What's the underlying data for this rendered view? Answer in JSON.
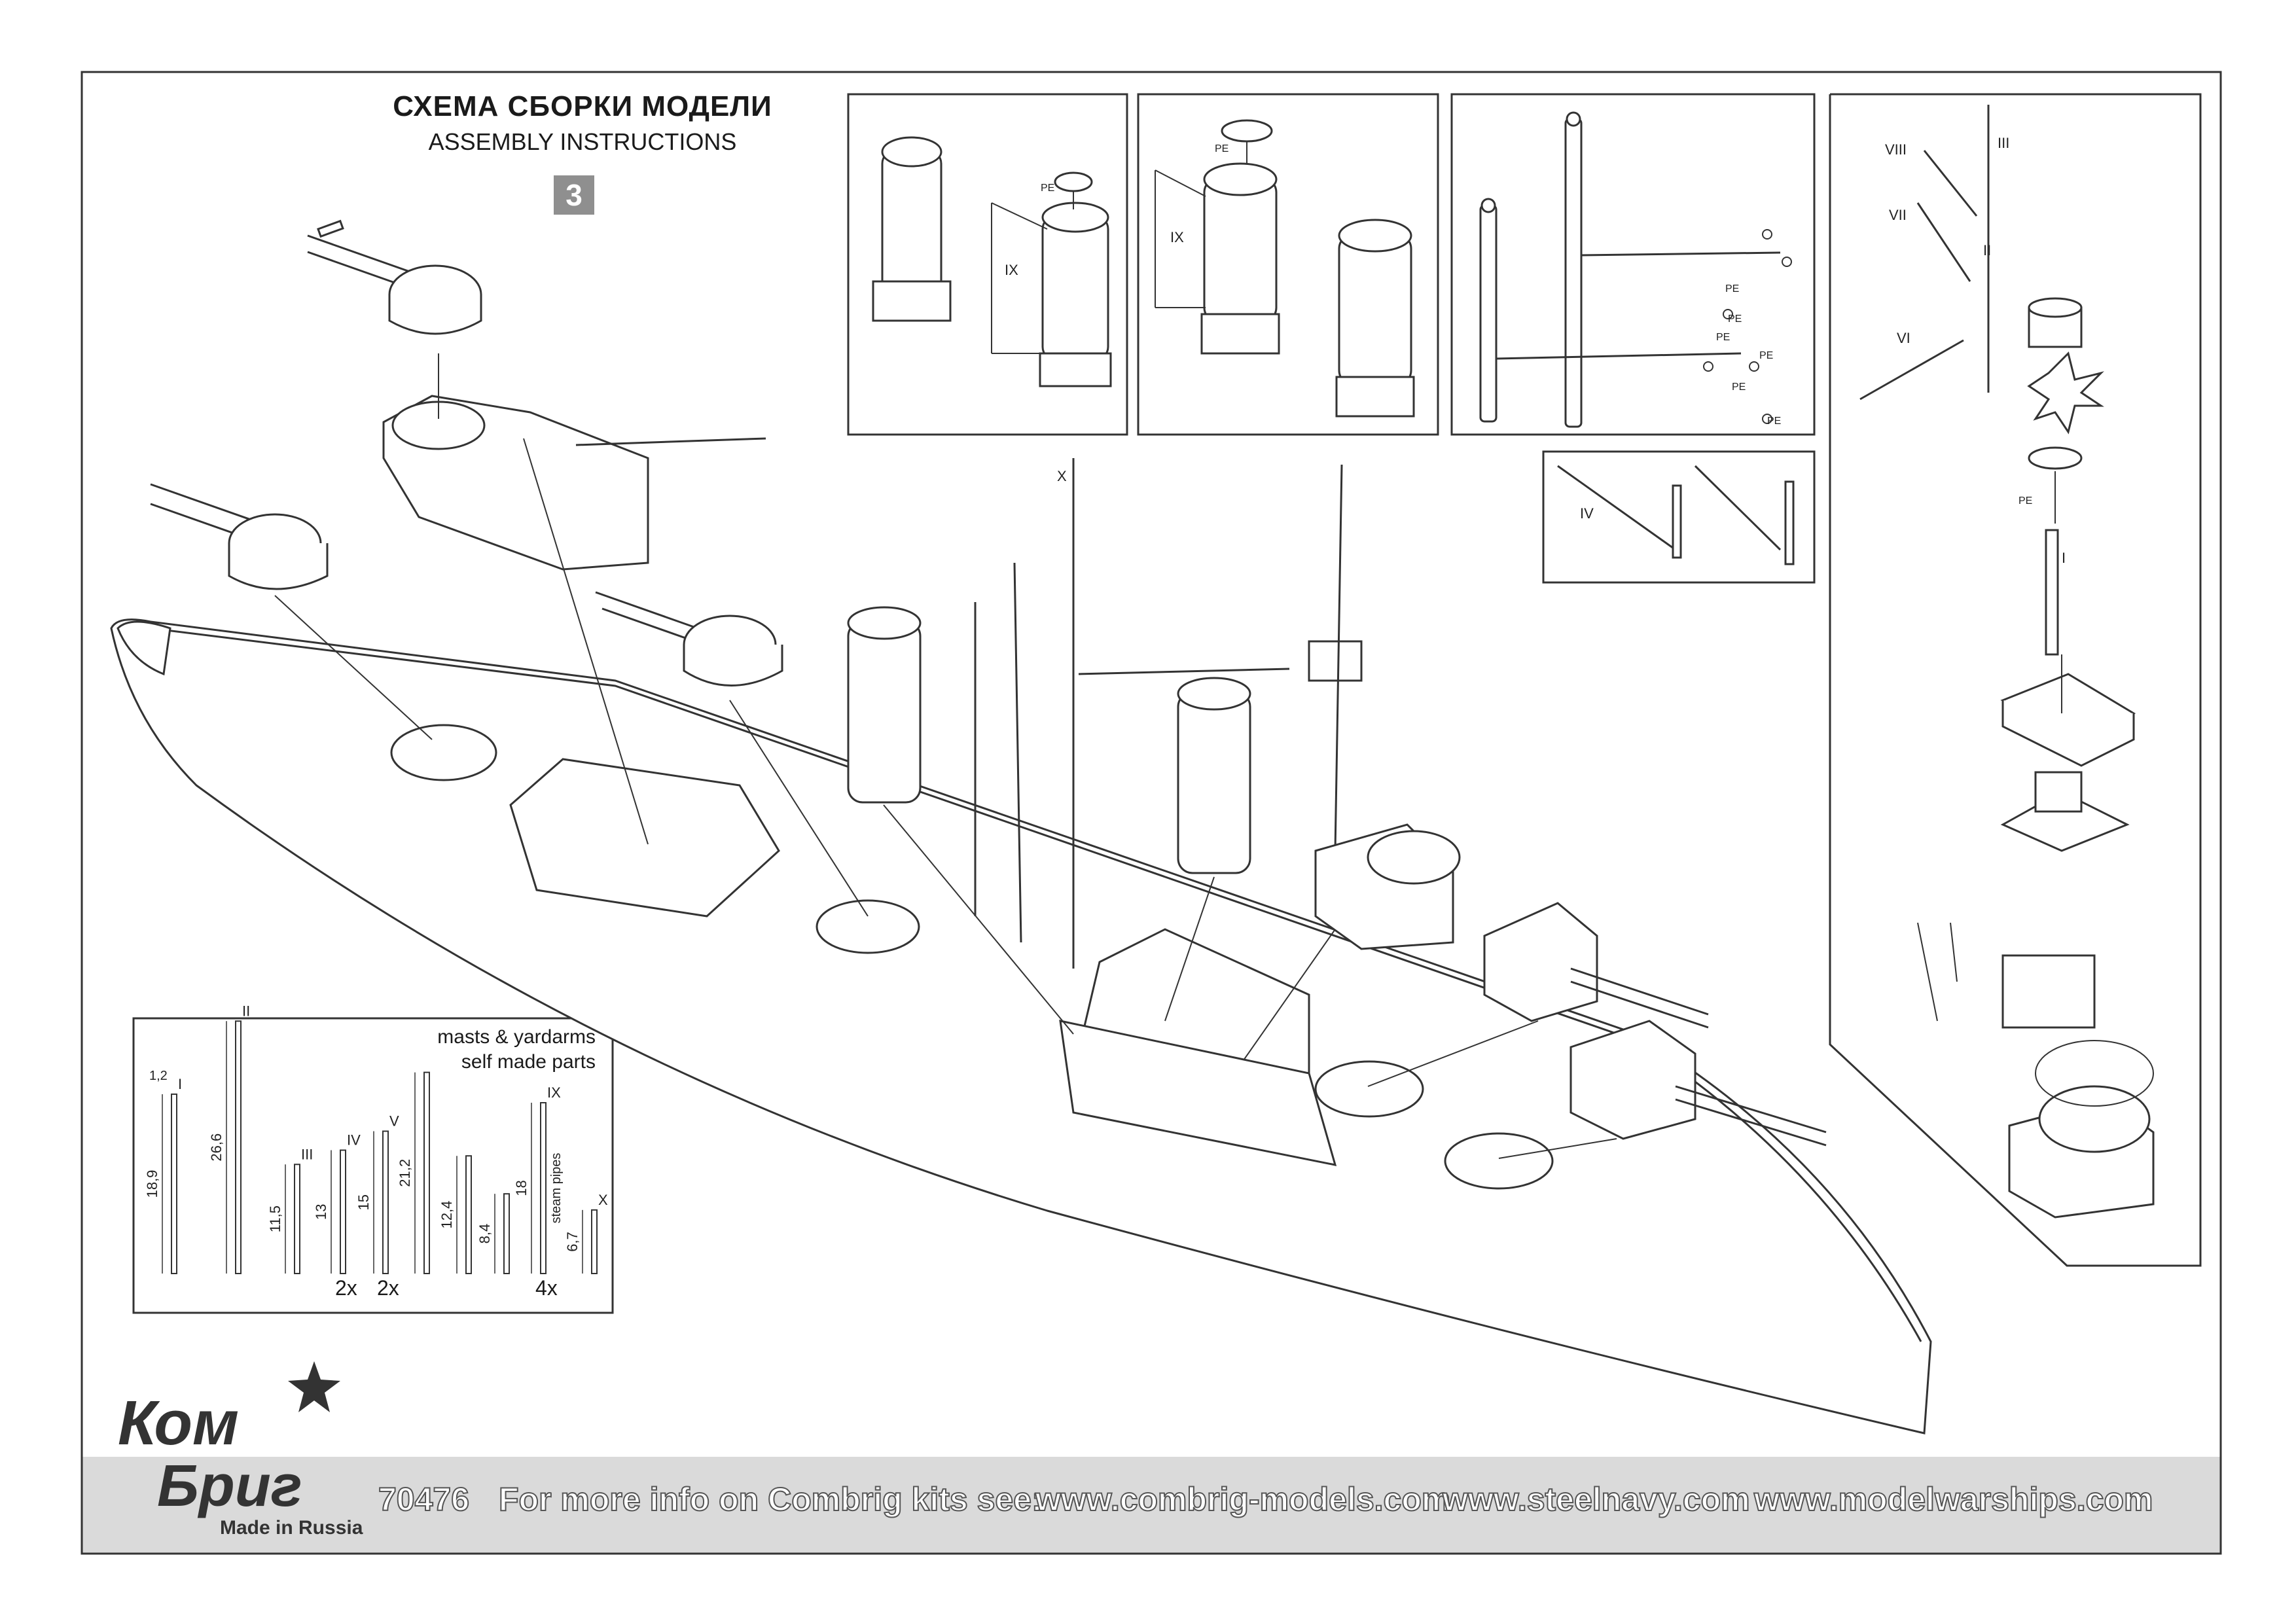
{
  "header": {
    "title_ru": "СХЕМА СБОРКИ МОДЕЛИ",
    "title_en": "ASSEMBLY INSTRUCTIONS",
    "step_number": "3"
  },
  "detail_boxes": {
    "funnel_1": {
      "part_label": "IX",
      "pe_label": "PE"
    },
    "funnel_2": {
      "part_label": "IX",
      "pe_label": "PE"
    },
    "booms": {
      "pe_labels": [
        "PE",
        "PE",
        "PE",
        "PE",
        "PE",
        "PE"
      ]
    },
    "struts": {
      "part_label": "IV"
    }
  },
  "main_drawing": {
    "labels": {
      "mast_top": "X"
    }
  },
  "mast_column": {
    "labels": {
      "viii": "VIII",
      "iii": "III",
      "vii": "VII",
      "ii": "II",
      "vi": "VI",
      "i": "I",
      "pe": "PE"
    }
  },
  "masts_inset": {
    "title_line1": "masts & yardarms",
    "title_line2": "self made parts",
    "parts": [
      {
        "roman": "I",
        "length": "18,9",
        "dia": "1,2"
      },
      {
        "roman": "II",
        "length": "26,6"
      },
      {
        "roman": "III",
        "length": "11,5"
      },
      {
        "roman": "IV",
        "length": "13"
      },
      {
        "roman": "V",
        "length": "15"
      },
      {
        "roman": "",
        "length": "21,2"
      },
      {
        "roman": "",
        "length": "12,4"
      },
      {
        "roman": "",
        "length": "8,4"
      },
      {
        "roman": "IX",
        "length": "18",
        "note": "steam pipes"
      },
      {
        "roman": "X",
        "length": "6,7"
      }
    ],
    "quantities": {
      "iv": "2x",
      "v": "2x",
      "ix": "4x"
    }
  },
  "footer": {
    "kit_number": "70476",
    "info_text": "For more info on Combrig kits see:",
    "links": [
      "www.combrig-models.com",
      "www.steelnavy.com",
      "www.modelwarships.com"
    ],
    "brand_line1": "Ком",
    "brand_line2": "Бриг",
    "made_in": "Made in Russia"
  },
  "colors": {
    "line": "#333333",
    "footer_band": "#dadada",
    "badge": "#8f8f8f"
  }
}
